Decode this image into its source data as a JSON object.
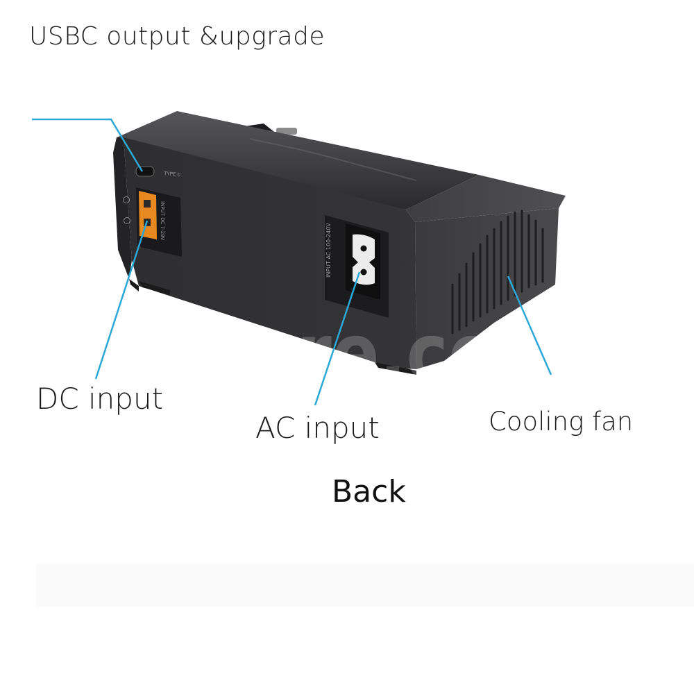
{
  "callouts": {
    "usbc": "USBC output &upgrade",
    "dc_input": "DC input",
    "ac_input": "AC input",
    "cooling_fan": "Cooling fan"
  },
  "view_label": "Back",
  "watermark": "UUUstore.com",
  "device": {
    "usb_port_label": "TYPE C",
    "dc_port_label": "INPUT DC 7-28V",
    "ac_port_label": "INPUT AC 100-240V"
  },
  "colors": {
    "leader_line": "#2aa8d8",
    "body_dark": "#2b2b2d",
    "connector_orange": "#e8891f"
  }
}
